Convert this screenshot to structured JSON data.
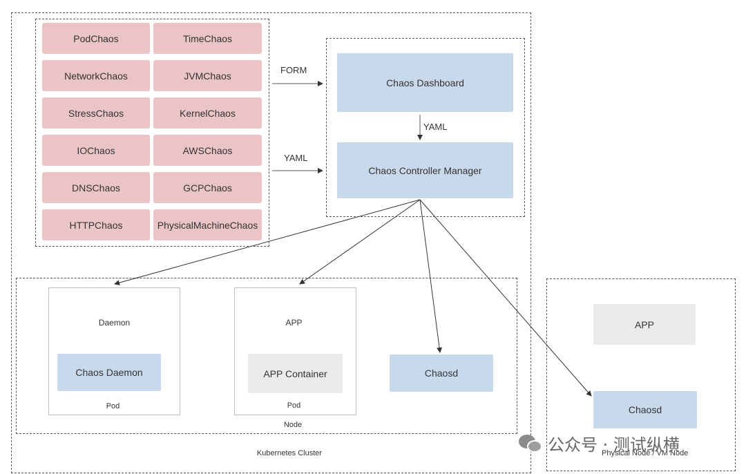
{
  "chaos_types": {
    "left": [
      "PodChaos",
      "NetworkChaos",
      "StressChaos",
      "IOChaos",
      "DNSChaos",
      "HTTPChaos"
    ],
    "right": [
      "TimeChaos",
      "JVMChaos",
      "KernelChaos",
      "AWSChaos",
      "GCPChaos",
      "PhysicalMachineChaos"
    ]
  },
  "edges": {
    "form_label": "FORM",
    "yaml_label": "YAML",
    "dashboard_to_controller_label": "YAML"
  },
  "control_plane": {
    "dashboard": "Chaos Dashboard",
    "controller": "Chaos Controller Manager"
  },
  "node": {
    "label": "Node",
    "daemon_pod": {
      "title": "Daemon",
      "inner": "Chaos Daemon",
      "footer": "Pod"
    },
    "app_pod": {
      "title": "APP",
      "inner": "APP Container",
      "footer": "Pod"
    },
    "chaosd": "Chaosd"
  },
  "cluster_label": "Kubernetes Cluster",
  "physical_node": {
    "label": "Physical Node / VM Node",
    "app": "APP",
    "chaosd": "Chaosd"
  },
  "watermark": "公众号 · 测试纵横"
}
